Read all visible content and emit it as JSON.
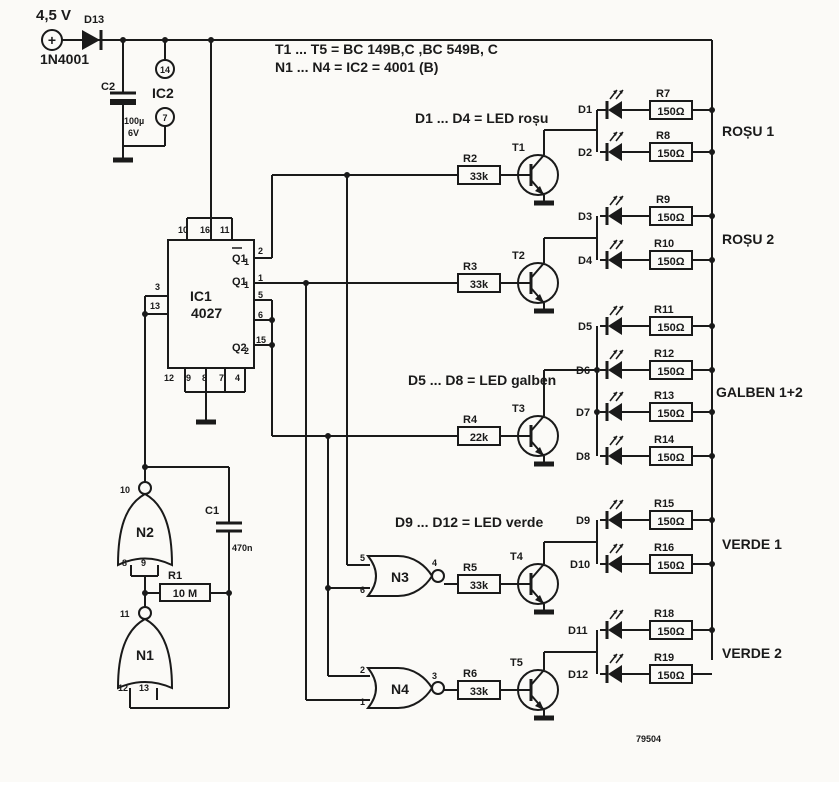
{
  "supply": {
    "voltage": "4,5 V",
    "plus_symbol": "+",
    "diode_ref": "D13",
    "diode_type": "1N4001"
  },
  "c2": {
    "ref": "C2",
    "value1": "100µ",
    "value2": "6V"
  },
  "ic2": {
    "ref": "IC2",
    "pin_vdd": "14",
    "pin_vss": "7"
  },
  "notes": {
    "transistors": "T1 ... T5 = BC 149B,C ,BC 549B, C",
    "gates": "N1 ... N4 = IC2 = 4001 (B)",
    "leds_red": "D1 ... D4 = LED roșu",
    "leds_yellow": "D5 ... D8 = LED galben",
    "leds_green": "D9 ... D12 = LED verde"
  },
  "ic1": {
    "ref": "IC1",
    "type": "4027",
    "pins": {
      "p10": "10",
      "p16": "16",
      "p11": "11",
      "p3": "3",
      "p13": "13",
      "p2": "2",
      "p1": "1",
      "p5": "5",
      "p6": "6",
      "p15": "15",
      "p12": "12",
      "p9": "9",
      "p8": "8",
      "p7": "7",
      "p4": "4"
    },
    "out_q1bar": "Q1",
    "out_q1": "Q1",
    "out_q2": "Q2",
    "sub1": "1",
    "sub1b": "1",
    "sub2": "2"
  },
  "resistors": {
    "r1": {
      "ref": "R1",
      "value": "10 M"
    },
    "r2": {
      "ref": "R2",
      "value": "33k"
    },
    "r3": {
      "ref": "R3",
      "value": "33k"
    },
    "r4": {
      "ref": "R4",
      "value": "22k"
    },
    "r5": {
      "ref": "R5",
      "value": "33k"
    },
    "r6": {
      "ref": "R6",
      "value": "33k"
    },
    "r7": {
      "ref": "R7",
      "value": "150Ω"
    },
    "r8": {
      "ref": "R8",
      "value": "150Ω"
    },
    "r9": {
      "ref": "R9",
      "value": "150Ω"
    },
    "r10": {
      "ref": "R10",
      "value": "150Ω"
    },
    "r11": {
      "ref": "R11",
      "value": "150Ω"
    },
    "r12": {
      "ref": "R12",
      "value": "150Ω"
    },
    "r13": {
      "ref": "R13",
      "value": "150Ω"
    },
    "r14": {
      "ref": "R14",
      "value": "150Ω"
    },
    "r15": {
      "ref": "R15",
      "value": "150Ω"
    },
    "r16": {
      "ref": "R16",
      "value": "150Ω"
    },
    "r18": {
      "ref": "R18",
      "value": "150Ω"
    },
    "r19": {
      "ref": "R19",
      "value": "150Ω"
    }
  },
  "c1": {
    "ref": "C1",
    "value": "470n"
  },
  "transistors": {
    "t1": "T1",
    "t2": "T2",
    "t3": "T3",
    "t4": "T4",
    "t5": "T5"
  },
  "leds": {
    "d1": "D1",
    "d2": "D2",
    "d3": "D3",
    "d4": "D4",
    "d5": "D5",
    "d6": "D6",
    "d7": "D7",
    "d8": "D8",
    "d9": "D9",
    "d10": "D10",
    "d11": "D11",
    "d12": "D12"
  },
  "gates": {
    "n1": {
      "ref": "N1",
      "pin_a": "12",
      "pin_b": "13",
      "pin_out": "11"
    },
    "n2": {
      "ref": "N2",
      "pin_a": "8",
      "pin_b": "9",
      "pin_out": "10"
    },
    "n3": {
      "ref": "N3",
      "pin_a": "5",
      "pin_b": "6",
      "pin_out": "4"
    },
    "n4": {
      "ref": "N4",
      "pin_a": "2",
      "pin_b": "1",
      "pin_out": "3"
    }
  },
  "groups": {
    "red1": "ROȘU 1",
    "red2": "ROȘU 2",
    "yellow": "GALBEN 1+2",
    "green1": "VERDE 1",
    "green2": "VERDE 2"
  },
  "figure_number": "79504"
}
